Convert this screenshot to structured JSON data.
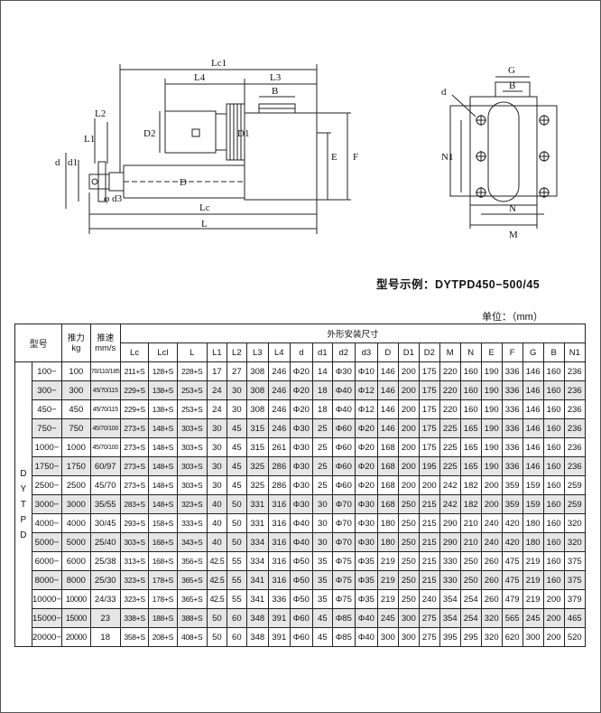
{
  "drawing_labels": {
    "Lc1": "Lc1",
    "L4": "L4",
    "L3": "L3",
    "B": "B",
    "L2": "L2",
    "L1": "L1",
    "D2": "D2",
    "D1": "D1",
    "E": "E",
    "F": "F",
    "d": "d",
    "d1": "d1",
    "D": "D",
    "phid3": "φ d3",
    "Lc": "Lc",
    "L": "L",
    "G": "G",
    "B2": "B",
    "d_side": "d",
    "N1": "N1",
    "N": "N",
    "M": "M"
  },
  "model_example": "型号示例：DYTPD450−500/45",
  "unit_label": "单位：（mm）",
  "table": {
    "header": {
      "model": "型号",
      "thrust": "推力 kg",
      "speed": "推速 mm/s",
      "group": "外形安装尺寸",
      "dims": [
        "Lc",
        "Lcl",
        "L",
        "L1",
        "L2",
        "L3",
        "L4",
        "d",
        "d1",
        "d2",
        "d3",
        "D",
        "D1",
        "D2",
        "M",
        "N",
        "E",
        "F",
        "G",
        "B",
        "N1"
      ]
    },
    "series_letters": "D Y T P D",
    "rows": [
      {
        "model": "100−",
        "thrust": "100",
        "speed": "70/110/185",
        "cells": [
          "211+S",
          "128+S",
          "228+S",
          "17",
          "27",
          "308",
          "246",
          "Φ20",
          "14",
          "Φ30",
          "Φ10",
          "146",
          "200",
          "175",
          "220",
          "160",
          "190",
          "336",
          "146",
          "160",
          "236"
        ]
      },
      {
        "model": "300−",
        "thrust": "300",
        "speed": "45/70/115",
        "cells": [
          "229+S",
          "138+S",
          "253+S",
          "24",
          "30",
          "308",
          "246",
          "Φ20",
          "18",
          "Φ40",
          "Φ12",
          "146",
          "200",
          "175",
          "220",
          "160",
          "190",
          "336",
          "146",
          "160",
          "236"
        ]
      },
      {
        "model": "450−",
        "thrust": "450",
        "speed": "45/70/115",
        "cells": [
          "229+S",
          "138+S",
          "253+S",
          "24",
          "30",
          "308",
          "246",
          "Φ20",
          "18",
          "Φ40",
          "Φ12",
          "146",
          "200",
          "175",
          "220",
          "160",
          "190",
          "336",
          "146",
          "160",
          "236"
        ]
      },
      {
        "model": "750−",
        "thrust": "750",
        "speed": "45/70/100",
        "cells": [
          "273+S",
          "148+S",
          "303+S",
          "30",
          "45",
          "315",
          "246",
          "Φ30",
          "25",
          "Φ60",
          "Φ20",
          "146",
          "200",
          "175",
          "225",
          "165",
          "190",
          "336",
          "146",
          "160",
          "236"
        ]
      },
      {
        "model": "1000−",
        "thrust": "1000",
        "speed": "45/70/100",
        "cells": [
          "273+S",
          "148+S",
          "303+S",
          "30",
          "45",
          "315",
          "261",
          "Φ30",
          "25",
          "Φ60",
          "Φ20",
          "168",
          "200",
          "175",
          "225",
          "165",
          "190",
          "336",
          "146",
          "160",
          "236"
        ]
      },
      {
        "model": "1750−",
        "thrust": "1750",
        "speed": "60/97",
        "cells": [
          "273+S",
          "148+S",
          "303+S",
          "30",
          "45",
          "325",
          "286",
          "Φ30",
          "25",
          "Φ60",
          "Φ20",
          "168",
          "200",
          "195",
          "225",
          "165",
          "190",
          "336",
          "146",
          "160",
          "236"
        ]
      },
      {
        "model": "2500−",
        "thrust": "2500",
        "speed": "45/70",
        "cells": [
          "273+S",
          "148+S",
          "303+S",
          "30",
          "45",
          "325",
          "286",
          "Φ30",
          "25",
          "Φ60",
          "Φ20",
          "168",
          "200",
          "200",
          "242",
          "182",
          "200",
          "359",
          "159",
          "160",
          "259"
        ]
      },
      {
        "model": "3000−",
        "thrust": "3000",
        "speed": "35/55",
        "cells": [
          "283+S",
          "148+S",
          "323+S",
          "40",
          "50",
          "331",
          "316",
          "Φ30",
          "30",
          "Φ70",
          "Φ30",
          "168",
          "250",
          "215",
          "242",
          "182",
          "200",
          "359",
          "159",
          "160",
          "259"
        ]
      },
      {
        "model": "4000−",
        "thrust": "4000",
        "speed": "30/45",
        "cells": [
          "293+S",
          "158+S",
          "333+S",
          "40",
          "50",
          "331",
          "316",
          "Φ40",
          "30",
          "Φ70",
          "Φ30",
          "180",
          "250",
          "215",
          "290",
          "210",
          "240",
          "420",
          "180",
          "160",
          "320"
        ]
      },
      {
        "model": "5000−",
        "thrust": "5000",
        "speed": "25/40",
        "cells": [
          "303+S",
          "168+S",
          "343+S",
          "40",
          "50",
          "334",
          "316",
          "Φ40",
          "30",
          "Φ70",
          "Φ30",
          "180",
          "250",
          "215",
          "290",
          "210",
          "240",
          "420",
          "180",
          "160",
          "320"
        ]
      },
      {
        "model": "6000−",
        "thrust": "6000",
        "speed": "25/38",
        "cells": [
          "313+S",
          "168+S",
          "356+S",
          "42.5",
          "55",
          "334",
          "316",
          "Φ50",
          "35",
          "Φ75",
          "Φ35",
          "219",
          "250",
          "215",
          "330",
          "250",
          "260",
          "475",
          "219",
          "160",
          "375"
        ]
      },
      {
        "model": "8000−",
        "thrust": "8000",
        "speed": "25/30",
        "cells": [
          "323+S",
          "178+S",
          "365+S",
          "42.5",
          "55",
          "341",
          "316",
          "Φ50",
          "35",
          "Φ75",
          "Φ35",
          "219",
          "250",
          "215",
          "330",
          "250",
          "260",
          "475",
          "219",
          "160",
          "375"
        ]
      },
      {
        "model": "10000−",
        "thrust": "10000",
        "speed": "24/33",
        "cells": [
          "323+S",
          "178+S",
          "365+S",
          "42.5",
          "55",
          "341",
          "336",
          "Φ50",
          "35",
          "Φ75",
          "Φ35",
          "219",
          "250",
          "240",
          "354",
          "254",
          "260",
          "479",
          "219",
          "200",
          "379"
        ]
      },
      {
        "model": "15000−",
        "thrust": "15000",
        "speed": "23",
        "cells": [
          "338+S",
          "188+S",
          "388+S",
          "50",
          "60",
          "348",
          "391",
          "Φ60",
          "45",
          "Φ85",
          "Φ40",
          "245",
          "300",
          "275",
          "354",
          "254",
          "320",
          "565",
          "245",
          "200",
          "465"
        ]
      },
      {
        "model": "20000−",
        "thrust": "20000",
        "speed": "18",
        "cells": [
          "358+S",
          "208+S",
          "408+S",
          "50",
          "60",
          "348",
          "391",
          "Φ60",
          "45",
          "Φ85",
          "Φ40",
          "300",
          "300",
          "275",
          "395",
          "295",
          "320",
          "620",
          "300",
          "200",
          "520"
        ]
      }
    ]
  }
}
